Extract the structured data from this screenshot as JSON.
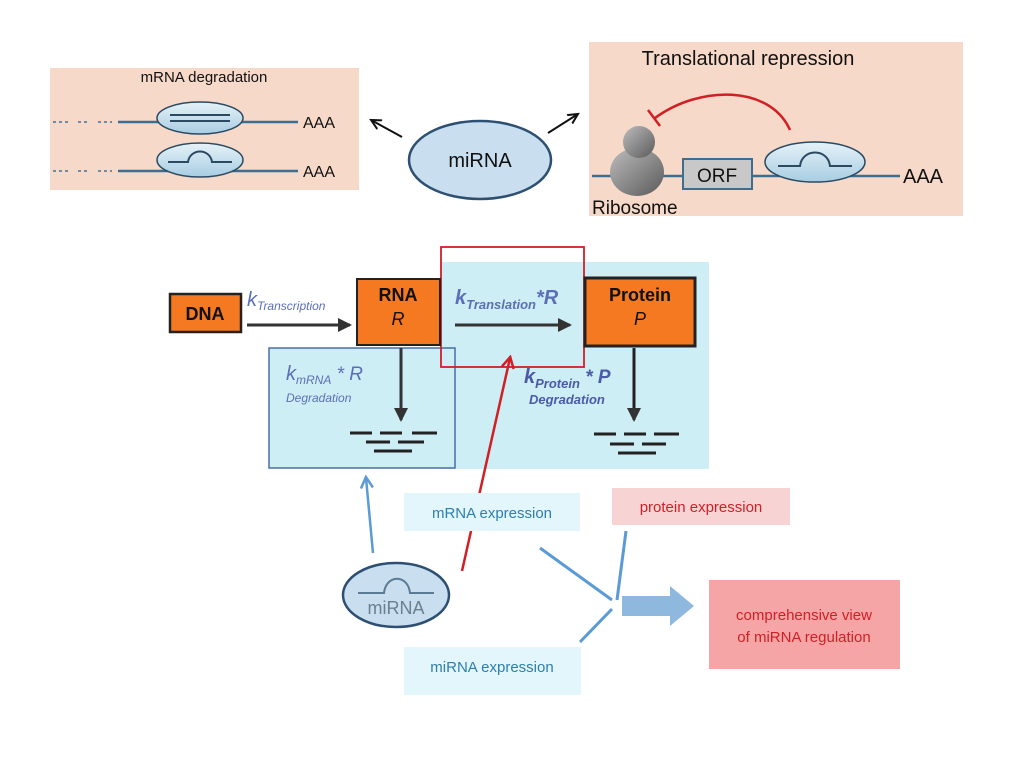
{
  "colors": {
    "orange": "#f47920",
    "blue_text": "#5b6fb8",
    "light_cyan": "#cdeef5",
    "teal_text": "#2d7fae",
    "red": "#d11f26",
    "pink_box": "#f5a5a5",
    "peach_bg": "#f6d9c8",
    "mirna_fill": "#c9dff0"
  },
  "top_left_panel": {
    "title": "mRNA degradation",
    "tail_1": "AAA",
    "tail_2": "AAA"
  },
  "center_node": {
    "label": "miRNA"
  },
  "top_right_panel": {
    "title": "Translational repression",
    "orf_label": "ORF",
    "tail": "AAA",
    "ribosome_label": "Ribosome"
  },
  "kinetics": {
    "dna_label": "DNA",
    "k_transcription_k": "k",
    "k_transcription_sub": "Transcription",
    "rna_label": "RNA",
    "rna_symbol": "R",
    "k_translation_k": "k",
    "k_translation_sub": "Translation",
    "k_translation_rest": "*R",
    "protein_label": "Protein",
    "protein_symbol": "P",
    "k_mrna_k": "k",
    "k_mrna_sub": "mRNA",
    "k_mrna_rest": " * R",
    "mrna_degradation": "Degradation",
    "k_protein_k": "k",
    "k_protein_sub": "Protein",
    "k_protein_rest": " * P",
    "protein_degradation": "Degradation"
  },
  "bottom": {
    "mirna_node": "miRNA",
    "mrna_expression": "mRNA expression",
    "protein_expression": "protein expression",
    "mirna_expression": "miRNA expression",
    "comprehensive_line1": "comprehensive view",
    "comprehensive_line2": "of miRNA regulation"
  }
}
